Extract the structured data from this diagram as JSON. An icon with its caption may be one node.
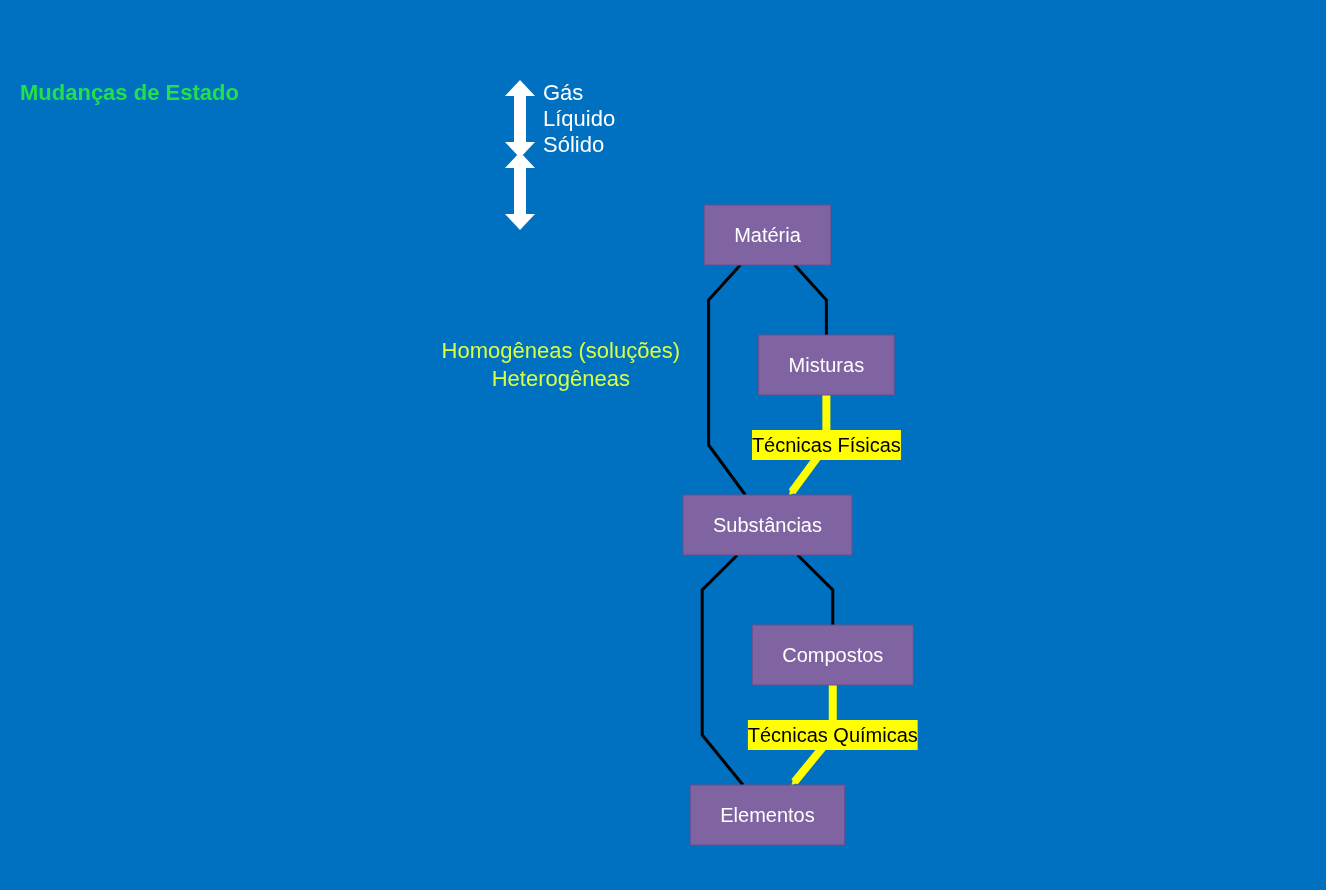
{
  "diagram": {
    "nodes": [
      {
        "text": [
          "Matéria"
        ]
      },
      {
        "text": [
          "Misturas"
        ],
        "beside": [
          "Homogêneas (soluções) Heterogêneas"
        ]
      },
      {
        "text": [
          "Substâncias"
        ]
      },
      {
        "text": [
          "Compostos"
        ]
      },
      {
        "text": [
          "Elementos"
        ]
      }
    ],
    "edges": [
      {
        "from": 0,
        "to": 1,
        "arrow": "none"
      },
      {
        "from": 0,
        "to": 2,
        "arrow": "none"
      },
      {
        "from": 1,
        "to": 2,
        "arrow": "to",
        "label": "Técnicas Físicas",
        "style": "thick",
        "color": "#ffff00"
      },
      {
        "from": 2,
        "to": 3,
        "arrow": "none"
      },
      {
        "from": 2,
        "to": 4,
        "arrow": "none"
      },
      {
        "from": 3,
        "to": 4,
        "arrow": "to",
        "label": "Técnicas Químicas",
        "style": "thick",
        "color": "#ffff00"
      }
    ],
    "labels": [
      "Mudanças de Estado",
      "Gás",
      "Líquido",
      "Sólido"
    ]
  }
}
